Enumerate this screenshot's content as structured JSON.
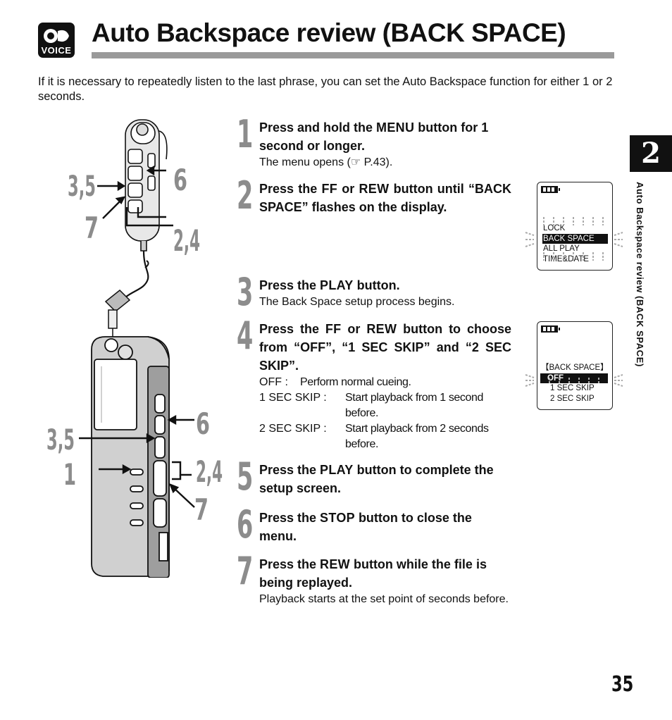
{
  "header": {
    "logo_text": "VOICE",
    "title": "Auto Backspace review (BACK SPACE)"
  },
  "intro": "If it is necessary to repeatedly listen to the last phrase, you can set the Auto Backspace function for either 1 or 2 seconds.",
  "callouts": {
    "remote": {
      "c35": "3,5",
      "c6": "6",
      "c7": "7",
      "c24": "2,4"
    },
    "recorder": {
      "c6": "6",
      "c35": "3,5",
      "c1": "1",
      "c24": "2,4",
      "c7": "7"
    }
  },
  "steps": [
    {
      "num": "1",
      "pre": "Press and hold the ",
      "btn": "MENU",
      "post": " button for 1 second or longer.",
      "sub_pre": "The menu opens (",
      "ref_icon": "pointing-hand-icon",
      "sub_post": " P.43)."
    },
    {
      "num": "2",
      "t1": "Press the ",
      "b1": "FF",
      "t2": " or ",
      "b2": "REW",
      "t3": " button until “BACK SPACE” flashes on the display."
    },
    {
      "num": "3",
      "pre": "Press the ",
      "btn": "PLAY",
      "post": " button.",
      "sub": "The Back Space setup process begins."
    },
    {
      "num": "4",
      "t1": "Press the ",
      "b1": "FF",
      "t2": " or ",
      "b2": "REW",
      "t3": " button to choose from “OFF”, “1 SEC SKIP” and “2 SEC SKIP”.",
      "options": [
        {
          "key": "OFF : ",
          "val": "Perform normal cueing."
        },
        {
          "key": "1 SEC SKIP : ",
          "val": "Start playback from 1 second before."
        },
        {
          "key": "2 SEC SKIP : ",
          "val": "Start playback from 2 seconds before."
        }
      ]
    },
    {
      "num": "5",
      "pre": "Press the ",
      "btn": "PLAY",
      "post": " button to complete the setup screen."
    },
    {
      "num": "6",
      "pre": "Press the ",
      "btn": "STOP",
      "post": " button to close the menu."
    },
    {
      "num": "7",
      "pre": "Press the ",
      "btn": "REW",
      "post": " button while the file is being replayed.",
      "sub": "Playback starts at the set point of seconds before."
    }
  ],
  "lcd1": {
    "items": [
      "LOCK",
      "BACK SPACE",
      "ALL PLAY",
      "TIME&DATE"
    ],
    "selected": "BACK SPACE"
  },
  "lcd2": {
    "header": "【BACK SPACE】",
    "items": [
      "OFF",
      "1 SEC SKIP",
      "2 SEC SKIP"
    ],
    "selected": "OFF"
  },
  "side_tab": {
    "chapter": "2",
    "label": "Auto Backspace review (BACK SPACE)"
  },
  "page_number": "35"
}
